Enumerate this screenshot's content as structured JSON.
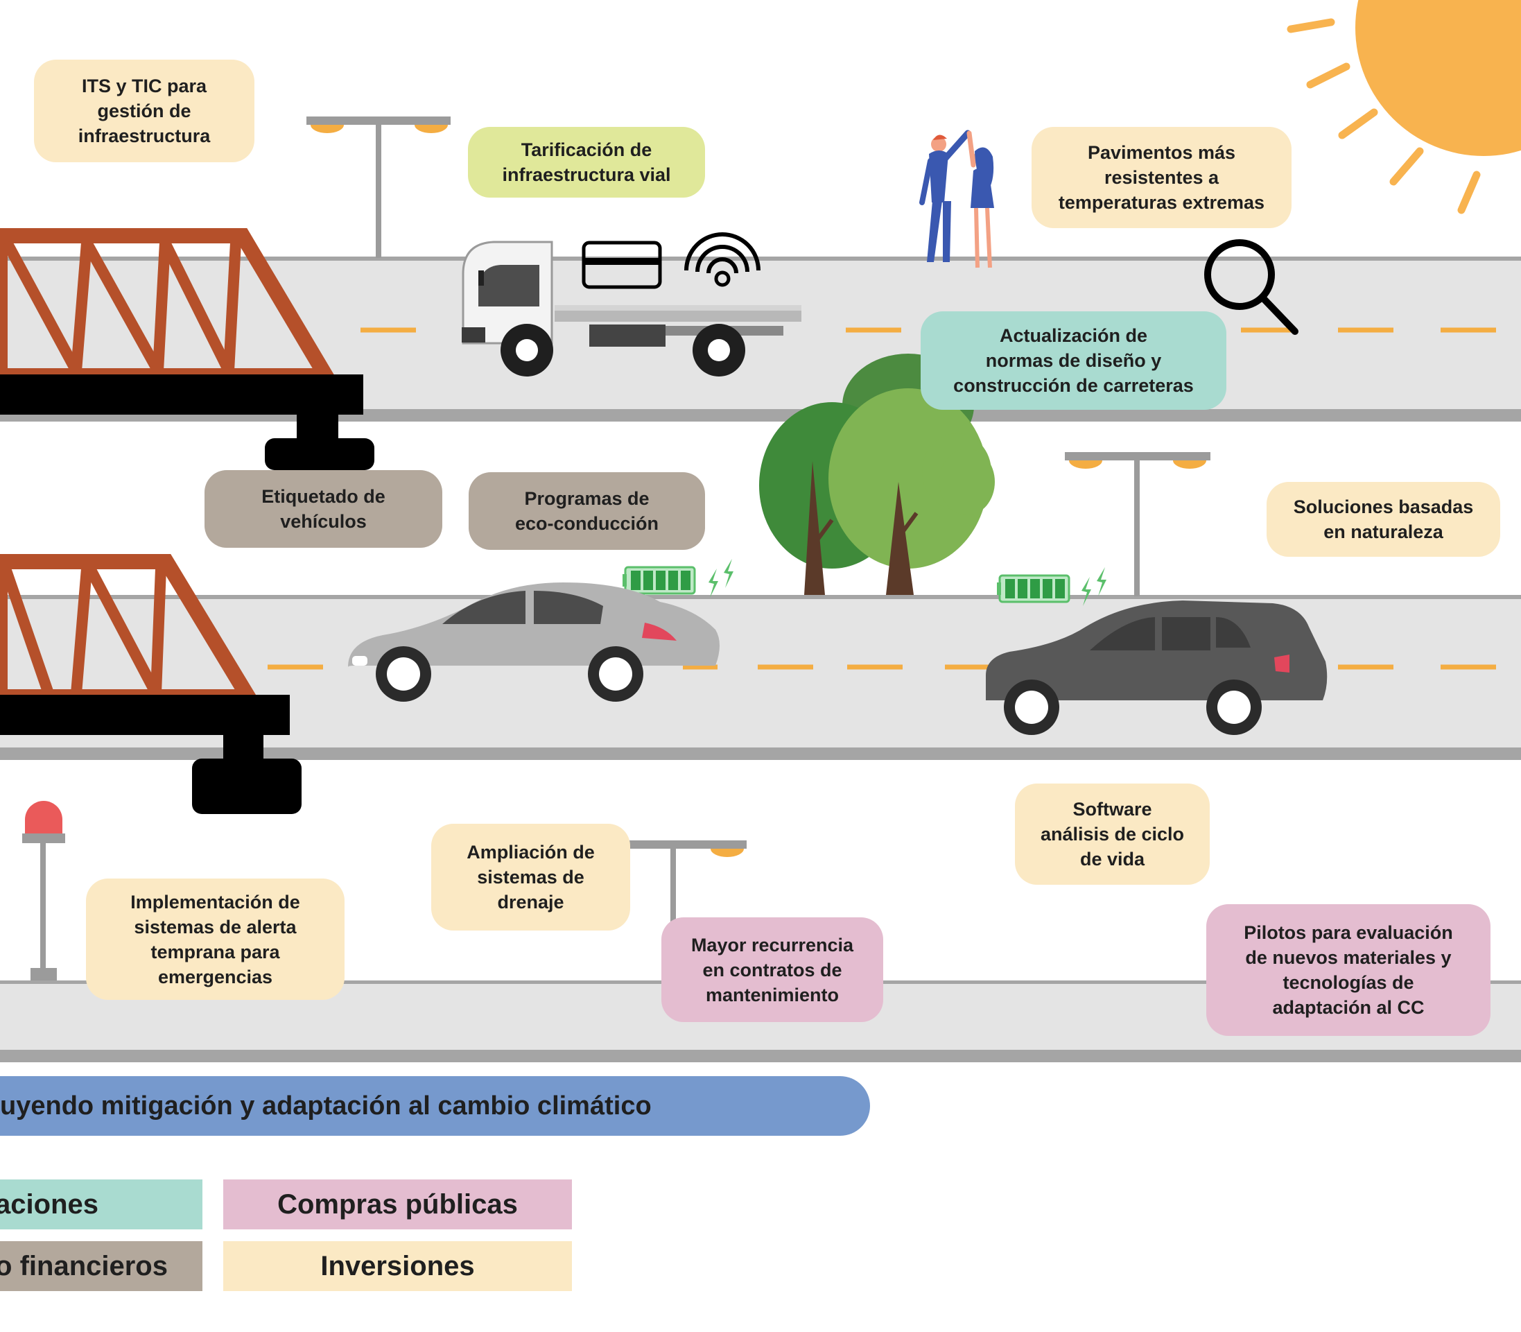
{
  "boxes": {
    "its": "ITS y TIC para\ngestión de\ninfraestructura",
    "tarificacion": "Tarificación de\ninfraestructura vial",
    "pavimentos": "Pavimentos más\nresistentes a\ntemperaturas extremas",
    "actualizacion": "Actualización de\nnormas de diseño y\nconstrucción de carreteras",
    "etiquetado": "Etiquetado de\nvehículos",
    "programas": "Programas de\neco-conducción",
    "soluciones": "Soluciones basadas\nen naturaleza",
    "software": "Software\nanálisis de ciclo\nde vida",
    "ampliacion": "Ampliación de\nsistemas de\ndrenaje",
    "implementacion": "Implementación de\nsistemas de alerta\ntemprana para\nemergencias",
    "mayor": "Mayor recurrencia\nen contratos de\nmantenimiento",
    "pilotos": "Pilotos para evaluación\nde nuevos materiales y\ntecnologías de\nadaptación al CC"
  },
  "banner": "uyendo mitigación y adaptación al cambio climático",
  "legend": {
    "regulaciones": "ulaciones",
    "compras": "Compras públicas",
    "no_financieros": "s no financieros",
    "inversiones": "Inversiones"
  },
  "colors": {
    "inversiones": "#fbe9c4",
    "regulaciones": "#a9dbd0",
    "no_financieros": "#b3a89c",
    "compras_publicas": "#e4bdd0",
    "tarificacion": "#e0e89a",
    "banner": "#7699cd",
    "bridge": "#b5502a",
    "road": "#e4e4e4",
    "lane_mark": "#f4ad42",
    "sun": "#f8b34f"
  }
}
